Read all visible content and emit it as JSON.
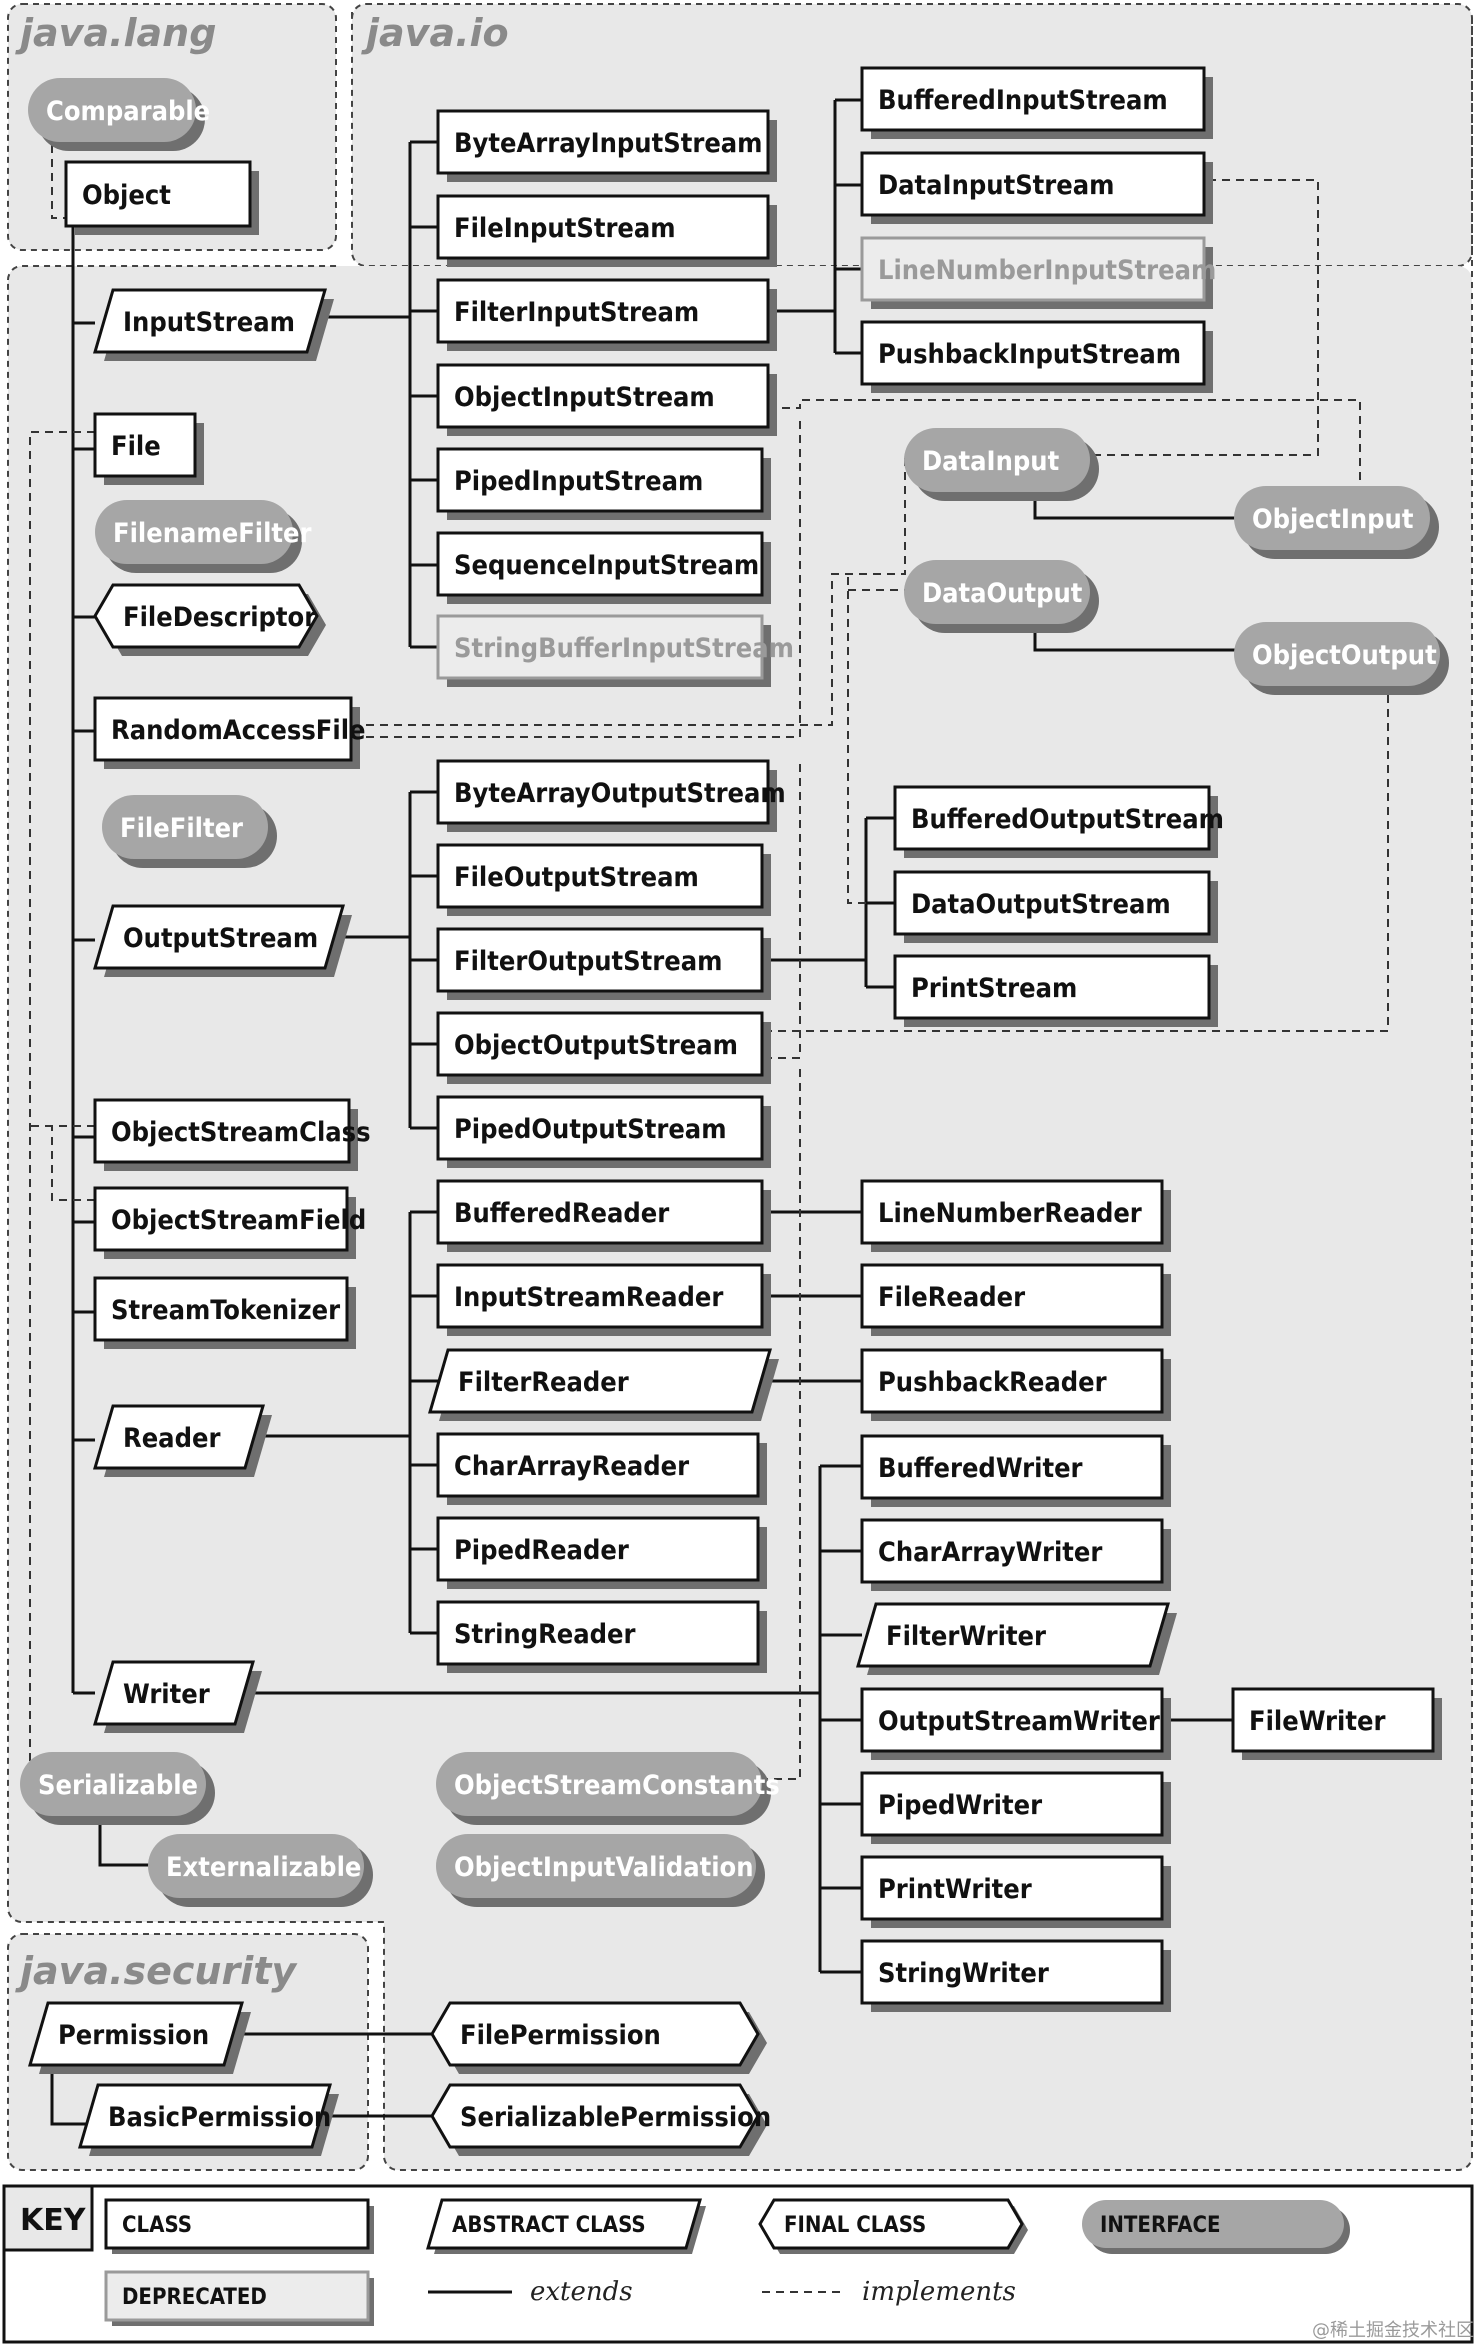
{
  "packages": [
    {
      "id": "lang",
      "title": "java.lang"
    },
    {
      "id": "io",
      "title": "java.io"
    },
    {
      "id": "security",
      "title": "java.security"
    }
  ],
  "nodes": [
    {
      "id": "Comparable",
      "label": "Comparable",
      "kind": "interface"
    },
    {
      "id": "Object",
      "label": "Object",
      "kind": "class"
    },
    {
      "id": "InputStream",
      "label": "InputStream",
      "kind": "abstract"
    },
    {
      "id": "File",
      "label": "File",
      "kind": "class"
    },
    {
      "id": "FilenameFilter",
      "label": "FilenameFilter",
      "kind": "interface"
    },
    {
      "id": "FileDescriptor",
      "label": "FileDescriptor",
      "kind": "final"
    },
    {
      "id": "RandomAccessFile",
      "label": "RandomAccessFile",
      "kind": "class"
    },
    {
      "id": "FileFilter",
      "label": "FileFilter",
      "kind": "interface"
    },
    {
      "id": "OutputStream",
      "label": "OutputStream",
      "kind": "abstract"
    },
    {
      "id": "ObjectStreamClass",
      "label": "ObjectStreamClass",
      "kind": "class"
    },
    {
      "id": "ObjectStreamField",
      "label": "ObjectStreamField",
      "kind": "class"
    },
    {
      "id": "StreamTokenizer",
      "label": "StreamTokenizer",
      "kind": "class"
    },
    {
      "id": "Reader",
      "label": "Reader",
      "kind": "abstract"
    },
    {
      "id": "Writer",
      "label": "Writer",
      "kind": "abstract"
    },
    {
      "id": "Serializable",
      "label": "Serializable",
      "kind": "interface"
    },
    {
      "id": "Externalizable",
      "label": "Externalizable",
      "kind": "interface"
    },
    {
      "id": "ByteArrayInputStream",
      "label": "ByteArrayInputStream",
      "kind": "class"
    },
    {
      "id": "FileInputStream",
      "label": "FileInputStream",
      "kind": "class"
    },
    {
      "id": "FilterInputStream",
      "label": "FilterInputStream",
      "kind": "class"
    },
    {
      "id": "ObjectInputStream",
      "label": "ObjectInputStream",
      "kind": "class"
    },
    {
      "id": "PipedInputStream",
      "label": "PipedInputStream",
      "kind": "class"
    },
    {
      "id": "SequenceInputStream",
      "label": "SequenceInputStream",
      "kind": "class"
    },
    {
      "id": "StringBufferInputStream",
      "label": "StringBufferInputStream",
      "kind": "deprecated"
    },
    {
      "id": "BufferedInputStream",
      "label": "BufferedInputStream",
      "kind": "class"
    },
    {
      "id": "DataInputStream",
      "label": "DataInputStream",
      "kind": "class"
    },
    {
      "id": "LineNumberInputStream",
      "label": "LineNumberInputStream",
      "kind": "deprecated"
    },
    {
      "id": "PushbackInputStream",
      "label": "PushbackInputStream",
      "kind": "class"
    },
    {
      "id": "DataInput",
      "label": "DataInput",
      "kind": "interface"
    },
    {
      "id": "ObjectInput",
      "label": "ObjectInput",
      "kind": "interface"
    },
    {
      "id": "DataOutput",
      "label": "DataOutput",
      "kind": "interface"
    },
    {
      "id": "ObjectOutput",
      "label": "ObjectOutput",
      "kind": "interface"
    },
    {
      "id": "ByteArrayOutputStream",
      "label": "ByteArrayOutputStream",
      "kind": "class"
    },
    {
      "id": "FileOutputStream",
      "label": "FileOutputStream",
      "kind": "class"
    },
    {
      "id": "FilterOutputStream",
      "label": "FilterOutputStream",
      "kind": "class"
    },
    {
      "id": "ObjectOutputStream",
      "label": "ObjectOutputStream",
      "kind": "class"
    },
    {
      "id": "PipedOutputStream",
      "label": "PipedOutputStream",
      "kind": "class"
    },
    {
      "id": "BufferedOutputStream",
      "label": "BufferedOutputStream",
      "kind": "class"
    },
    {
      "id": "DataOutputStream",
      "label": "DataOutputStream",
      "kind": "class"
    },
    {
      "id": "PrintStream",
      "label": "PrintStream",
      "kind": "class"
    },
    {
      "id": "BufferedReader",
      "label": "BufferedReader",
      "kind": "class"
    },
    {
      "id": "InputStreamReader",
      "label": "InputStreamReader",
      "kind": "class"
    },
    {
      "id": "FilterReader",
      "label": "FilterReader",
      "kind": "abstract"
    },
    {
      "id": "CharArrayReader",
      "label": "CharArrayReader",
      "kind": "class"
    },
    {
      "id": "PipedReader",
      "label": "PipedReader",
      "kind": "class"
    },
    {
      "id": "StringReader",
      "label": "StringReader",
      "kind": "class"
    },
    {
      "id": "LineNumberReader",
      "label": "LineNumberReader",
      "kind": "class"
    },
    {
      "id": "FileReader",
      "label": "FileReader",
      "kind": "class"
    },
    {
      "id": "PushbackReader",
      "label": "PushbackReader",
      "kind": "class"
    },
    {
      "id": "BufferedWriter",
      "label": "BufferedWriter",
      "kind": "class"
    },
    {
      "id": "CharArrayWriter",
      "label": "CharArrayWriter",
      "kind": "class"
    },
    {
      "id": "FilterWriter",
      "label": "FilterWriter",
      "kind": "abstract"
    },
    {
      "id": "OutputStreamWriter",
      "label": "OutputStreamWriter",
      "kind": "class"
    },
    {
      "id": "PipedWriter",
      "label": "PipedWriter",
      "kind": "class"
    },
    {
      "id": "PrintWriter",
      "label": "PrintWriter",
      "kind": "class"
    },
    {
      "id": "StringWriter",
      "label": "StringWriter",
      "kind": "class"
    },
    {
      "id": "FileWriter",
      "label": "FileWriter",
      "kind": "class"
    },
    {
      "id": "ObjectStreamConstants",
      "label": "ObjectStreamConstants",
      "kind": "interface"
    },
    {
      "id": "ObjectInputValidation",
      "label": "ObjectInputValidation",
      "kind": "interface"
    },
    {
      "id": "Permission",
      "label": "Permission",
      "kind": "abstract"
    },
    {
      "id": "BasicPermission",
      "label": "BasicPermission",
      "kind": "abstract"
    },
    {
      "id": "FilePermission",
      "label": "FilePermission",
      "kind": "final"
    },
    {
      "id": "SerializablePermission",
      "label": "SerializablePermission",
      "kind": "final"
    }
  ],
  "key": {
    "title": "KEY",
    "class_label": "CLASS",
    "abstract_label": "ABSTRACT CLASS",
    "final_label": "FINAL CLASS",
    "interface_label": "INTERFACE",
    "deprecated_label": "DEPRECATED",
    "extends_label": "extends",
    "implements_label": "implements"
  },
  "watermark": "@稀土掘金技术社区",
  "colors": {
    "package_bg": "#e8e8e8",
    "interface_fill": "#a6a6a6",
    "deprecated_text": "#9a9a9a",
    "line": "#111111"
  }
}
